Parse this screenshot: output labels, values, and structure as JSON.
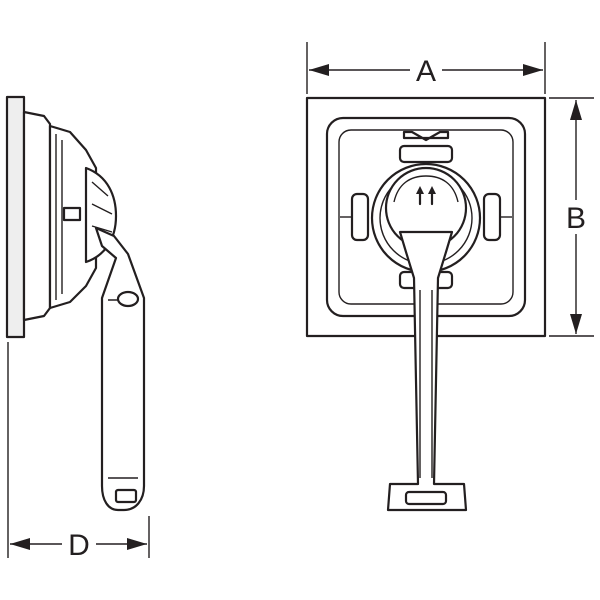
{
  "dimensions": {
    "a": "A",
    "b": "B",
    "d": "D"
  },
  "colors": {
    "line": "#231f20",
    "background": "#ffffff"
  }
}
